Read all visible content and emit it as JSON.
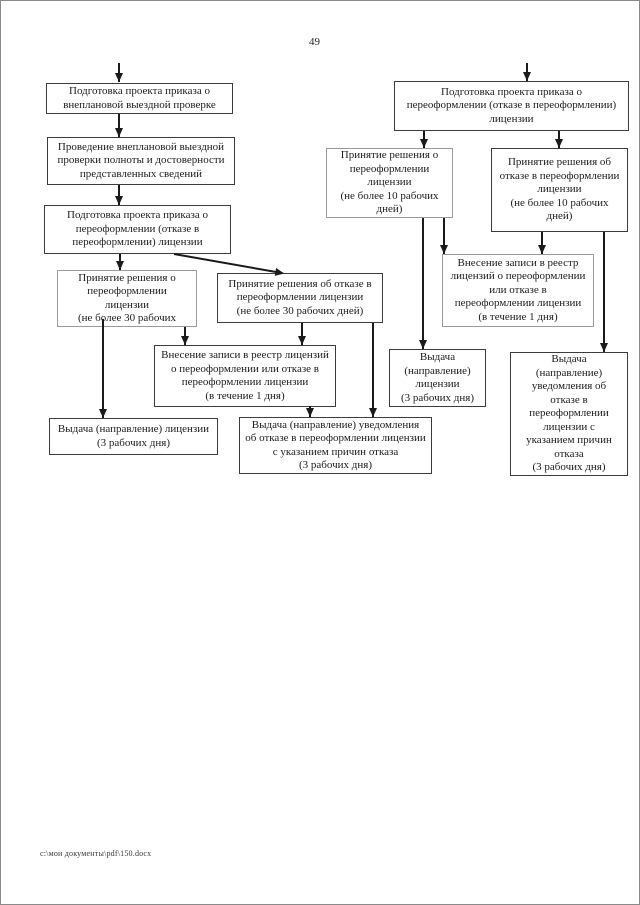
{
  "page": {
    "number": "49",
    "footer": "с:\\мои документы\\pdf\\150.docx"
  },
  "flowchart": {
    "colors": {
      "line": "#1a1a1a",
      "box_border": "#3c3c3c",
      "box_border_light": "#9a9a9a",
      "background": "#ffffff"
    },
    "nodes": {
      "l1": {
        "label": "Подготовка проекта приказа о\nвнеплановой выездной проверке"
      },
      "l2": {
        "label": "Проведение внеплановой выездной\nпроверки полноты и достоверности\nпредставленных сведений"
      },
      "l3": {
        "label": "Подготовка проекта приказа о\nпереоформлении (отказе в\nпереоформлении) лицензии"
      },
      "l4": {
        "label": "Принятие решения о\nпереоформлении\nлицензии\n(не более 30 рабочих"
      },
      "l5": {
        "label": "Принятие решения об отказе в\nпереоформлении лицензии\n(не более 30 рабочих дней)"
      },
      "l6": {
        "label": "Внесение записи в реестр лицензий\nо переоформлении или отказе в\nпереоформлении лицензии\n(в течение 1 дня)"
      },
      "l7": {
        "label": "Выдача (направление) лицензии\n(3 рабочих дня)"
      },
      "l8": {
        "label": "Выдача (направление) уведомления\nоб отказе в переоформлении лицензии\nс указанием причин отказа\n(3 рабочих дня)"
      },
      "r1": {
        "label": "Подготовка проекта приказа о\nпереоформлении (отказе в переоформлении)\nлицензии"
      },
      "r2": {
        "label": "Принятие решения о\nпереоформлении\nлицензии\n(не более 10 рабочих\nдней)"
      },
      "r3": {
        "label": "Принятие решения об\nотказе в переоформлении\nлицензии\n(не более 10 рабочих\nдней)"
      },
      "r4": {
        "label": "Внесение записи в реестр\nлицензий о переоформлении\nили отказе в\nпереоформлении лицензии\n(в течение 1 дня)"
      },
      "r5": {
        "label": "Выдача\n(направление)\nлицензии\n(3 рабочих дня)"
      },
      "r6": {
        "label": "Выдача\n(направление)\nуведомления об\nотказе в\nпереоформлении\nлицензии с\nуказанием причин\nотказа\n(3 рабочих дня)"
      }
    }
  }
}
